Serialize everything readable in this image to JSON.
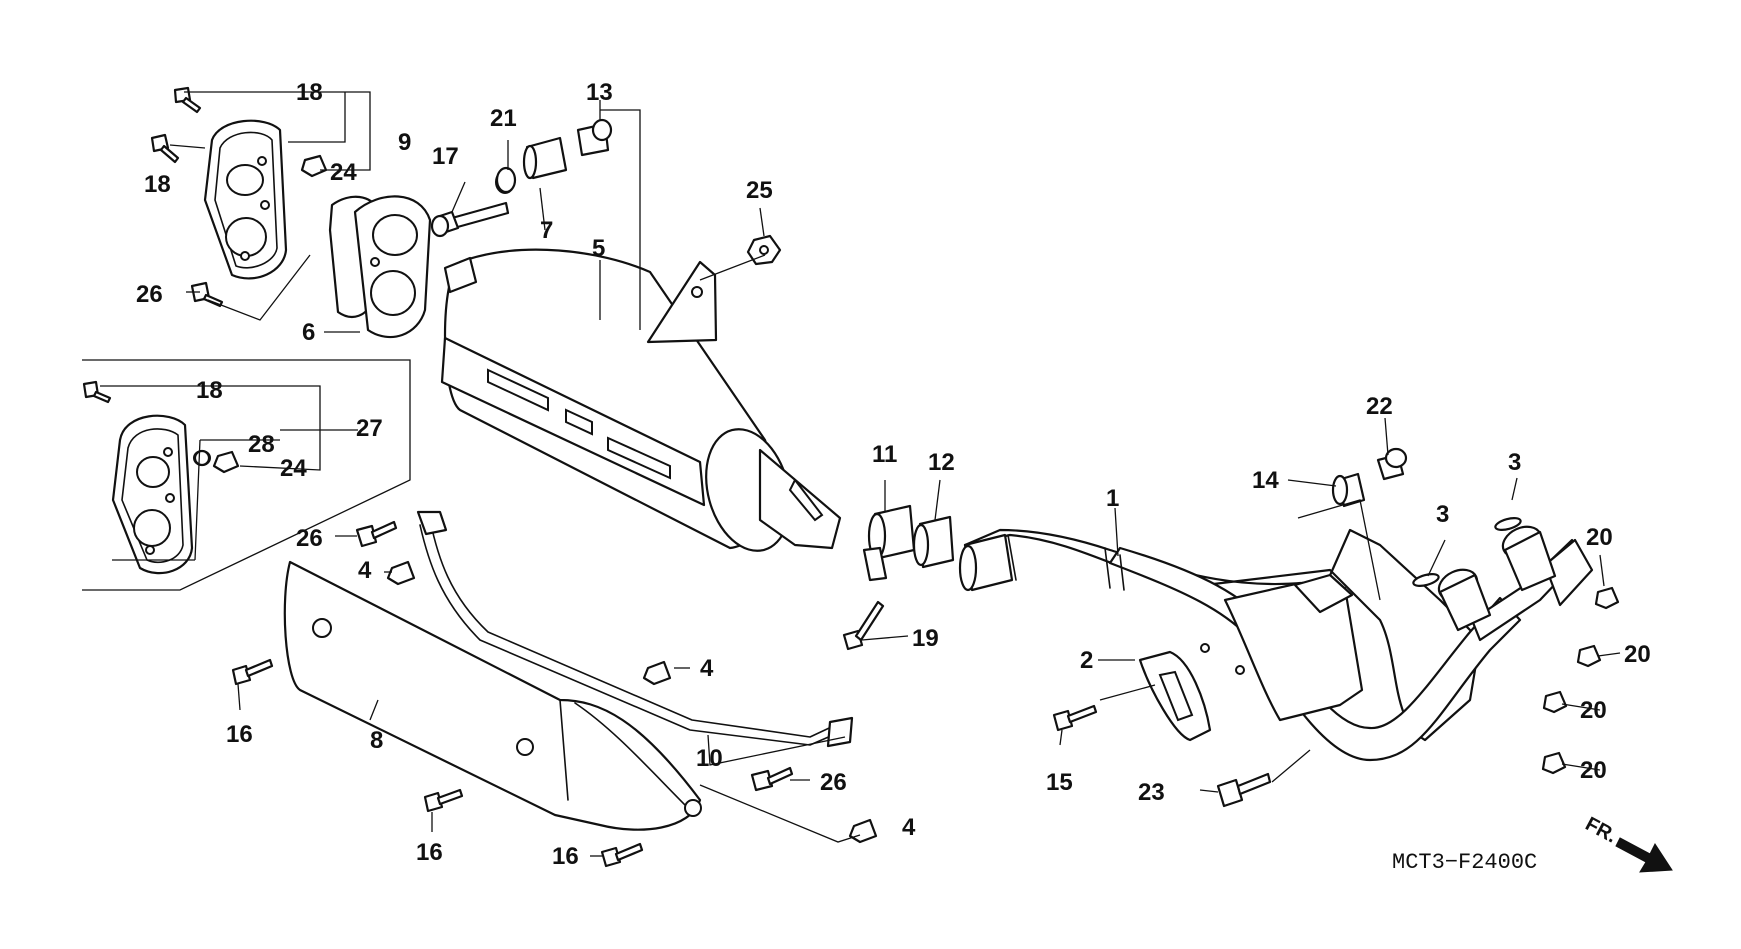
{
  "diagram_code": "MCT3−F2400C",
  "direction_label": "FR.",
  "callouts": {
    "c1": "1",
    "c2": "2",
    "c3a": "3",
    "c3b": "3",
    "c4a": "4",
    "c4b": "4",
    "c4c": "4",
    "c5": "5",
    "c6": "6",
    "c7": "7",
    "c8": "8",
    "c9": "9",
    "c10": "10",
    "c11": "11",
    "c12": "12",
    "c13": "13",
    "c14": "14",
    "c15": "15",
    "c16a": "16",
    "c16b": "16",
    "c16c": "16",
    "c17": "17",
    "c18a": "18",
    "c18b": "18",
    "c18c": "18",
    "c19": "19",
    "c20a": "20",
    "c20b": "20",
    "c20c": "20",
    "c20d": "20",
    "c21": "21",
    "c22": "22",
    "c23": "23",
    "c24a": "24",
    "c24b": "24",
    "c25": "25",
    "c26a": "26",
    "c26b": "26",
    "c26c": "26",
    "c27": "27",
    "c28": "28"
  }
}
